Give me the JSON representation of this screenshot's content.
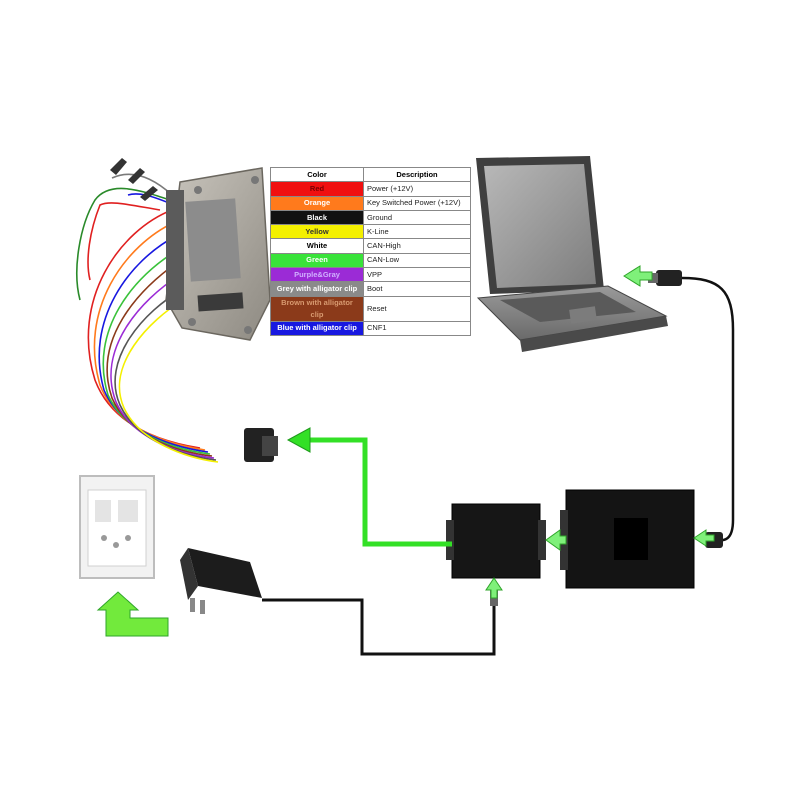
{
  "legend": {
    "headers": {
      "color": "Color",
      "description": "Description"
    },
    "rows": [
      {
        "color_name": "Red",
        "description": "Power (+12V)",
        "swatch": "#f01010",
        "text_color": "#7a0000"
      },
      {
        "color_name": "Orange",
        "description": "Key Switched Power (+12V)",
        "swatch": "#ff7a1c",
        "text_color": "#ffffff"
      },
      {
        "color_name": "Black",
        "description": "Ground",
        "swatch": "#111111",
        "text_color": "#ffffff"
      },
      {
        "color_name": "Yellow",
        "description": "K-Line",
        "swatch": "#f4f000",
        "text_color": "#333333"
      },
      {
        "color_name": "White",
        "description": "CAN-High",
        "swatch": "#ffffff",
        "text_color": "#000000"
      },
      {
        "color_name": "Green",
        "description": "CAN-Low",
        "swatch": "#39e33a",
        "text_color": "#ffffff"
      },
      {
        "color_name": "Purple&Gray",
        "description": "VPP",
        "swatch": "#9b2bd6",
        "text_color": "#d0b0ff"
      },
      {
        "color_name": "Grey with alligator clip",
        "description": "Boot",
        "swatch": "#8a8a8a",
        "text_color": "#ffffff"
      },
      {
        "color_name": "Brown with alligator clip",
        "description": "Reset",
        "swatch": "#8b3a1a",
        "text_color": "#d89a70"
      },
      {
        "color_name": "Blue with alligator clip",
        "description": "CNF1",
        "swatch": "#1818e0",
        "text_color": "#ffffff"
      }
    ]
  },
  "colors": {
    "arrow_green": "#33e026",
    "cable": "#111111"
  },
  "icons": [
    "ecu-icon",
    "laptop-icon",
    "wall-socket-icon",
    "power-adapter-icon",
    "interface-box-icon",
    "programmer-box-icon"
  ]
}
